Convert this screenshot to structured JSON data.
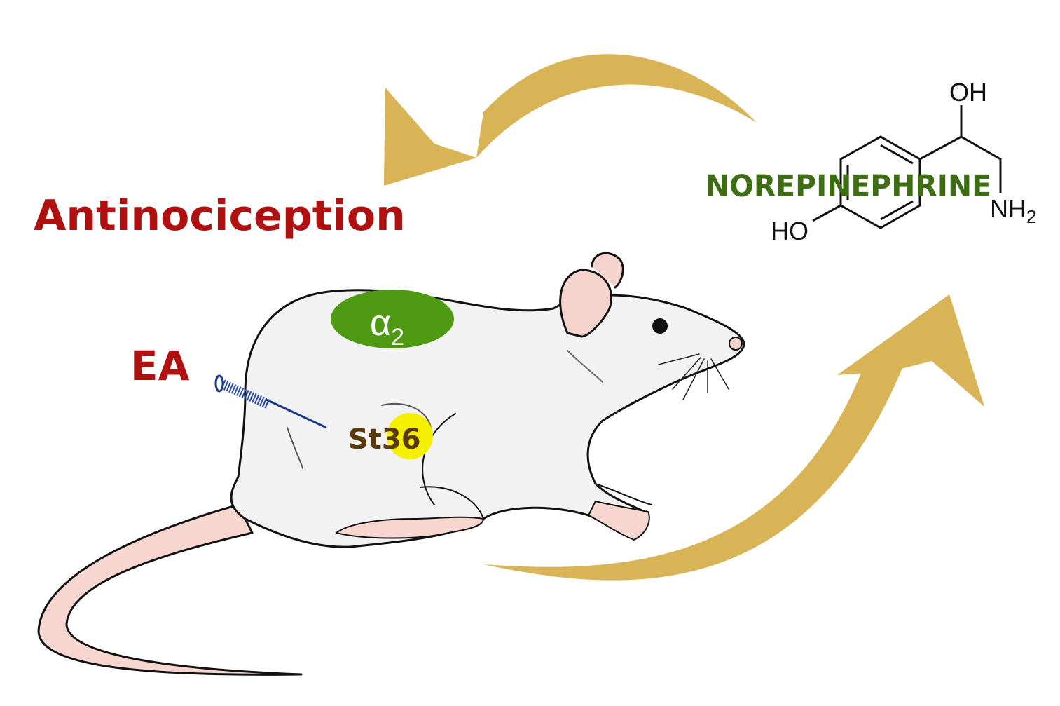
{
  "labels": {
    "antinociception": "Antinociception",
    "ea": "EA",
    "receptor_alpha": "α",
    "receptor_subscript": "2",
    "acupoint": "St36",
    "neurotransmitter": "NOREPINEPHRINE"
  },
  "chemical_structure": {
    "oh_top": "OH",
    "ho_left": "HO",
    "amine_main": "NH",
    "amine_subscript": "2"
  },
  "colors": {
    "antinociception": "#b01010",
    "ea": "#b01010",
    "receptor_fill": "#4e9a12",
    "acupoint_highlight": "#f4f000",
    "acupoint_text": "#5a3a0a",
    "neurotransmitter": "#3d6e12",
    "arrow": "#d9b457",
    "needle": "#1a3a8a"
  }
}
